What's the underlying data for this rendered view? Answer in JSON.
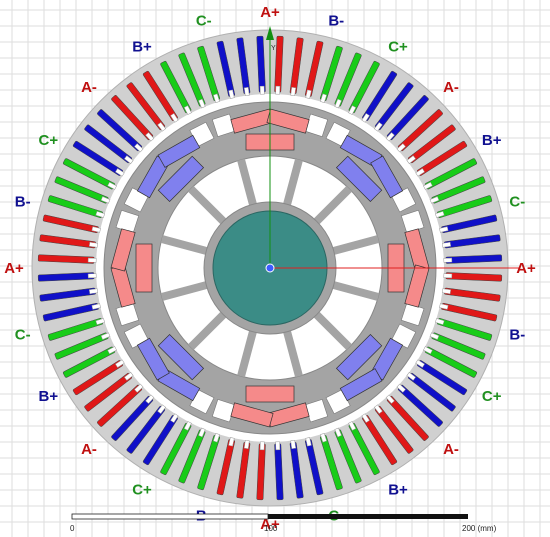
{
  "phase_colors": {
    "A": "#e01818",
    "B": "#1010c8",
    "C": "#18cc18"
  },
  "label_colors": {
    "A": "#c01010",
    "B": "#101090",
    "C": "#209020"
  },
  "stator_slot_sequence": [
    "A",
    "A",
    "A",
    "C",
    "C",
    "C",
    "B",
    "B",
    "B",
    "A",
    "A",
    "A",
    "C",
    "C",
    "C",
    "B",
    "B",
    "B"
  ],
  "stator_slot_count": 72,
  "phase_labels": [
    {
      "text": "A+"
    },
    {
      "text": "B-"
    },
    {
      "text": "C+"
    },
    {
      "text": "A-"
    },
    {
      "text": "B+"
    },
    {
      "text": "C-"
    },
    {
      "text": "A+"
    },
    {
      "text": "B-"
    },
    {
      "text": "C+"
    },
    {
      "text": "A-"
    },
    {
      "text": "B+"
    },
    {
      "text": "C-"
    },
    {
      "text": "A+"
    },
    {
      "text": "B-"
    },
    {
      "text": "C+"
    },
    {
      "text": "A-"
    },
    {
      "text": "B+"
    },
    {
      "text": "C-"
    },
    {
      "text": "A+"
    },
    {
      "text": "B-"
    },
    {
      "text": "C+"
    },
    {
      "text": "A-"
    },
    {
      "text": "B+"
    },
    {
      "text": "C-"
    }
  ],
  "rotor_pole_pairs": 4,
  "colors": {
    "stator_core": "#d0d0d0",
    "rotor_core": "#a4a4a4",
    "shaft": "#3b8c86",
    "magnet_red": "#f58a8a",
    "magnet_blue": "#8080ee",
    "grid": "#dedede",
    "axis_x": "#e02020",
    "axis_y": "#109010"
  },
  "axes": {
    "y_label": "Y"
  },
  "scale_bar": {
    "min_label": "0",
    "mid_label": "100",
    "max_label": "200 (mm)"
  }
}
